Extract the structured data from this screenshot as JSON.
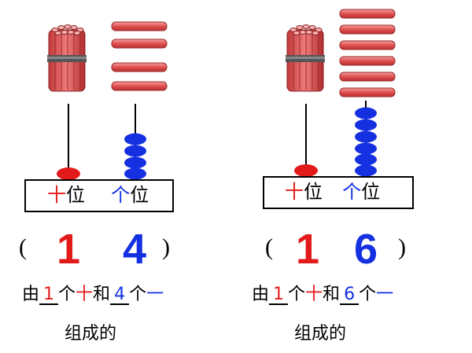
{
  "colors": {
    "tens": "#e31a1a",
    "ones": "#1530e0",
    "stick": "#e85b5b",
    "text": "#000000"
  },
  "panels": [
    {
      "tens_count": 1,
      "ones_count": 4,
      "place_label_tens": "十",
      "place_label_tens_suffix": "位",
      "place_label_ones": "个",
      "place_label_ones_suffix": "位",
      "paren_open": "(",
      "paren_close": ")",
      "tens_digit": "1",
      "ones_digit": "4",
      "sentence": {
        "p1": "由",
        "blank1": "1",
        "p2": "个",
        "p3": "十",
        "p4": "和",
        "blank2": "4",
        "p5": "个",
        "p6": "一"
      },
      "line2": "组成的"
    },
    {
      "tens_count": 1,
      "ones_count": 6,
      "place_label_tens": "十",
      "place_label_tens_suffix": "位",
      "place_label_ones": "个",
      "place_label_ones_suffix": "位",
      "paren_open": "(",
      "paren_close": ")",
      "tens_digit": "1",
      "ones_digit": "6",
      "sentence": {
        "p1": "由",
        "blank1": "1",
        "p2": "个",
        "p3": "十",
        "p4": "和",
        "blank2": "6",
        "p5": "个",
        "p6": "一"
      },
      "line2": "组成的"
    }
  ]
}
